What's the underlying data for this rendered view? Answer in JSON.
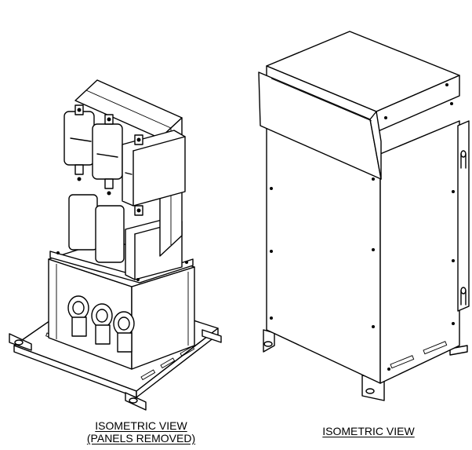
{
  "captions": {
    "left_line1": "ISOMETRIC VIEW",
    "left_line2": "(PANELS REMOVED)",
    "right": "ISOMETRIC VIEW"
  },
  "colors": {
    "line": "#000000",
    "background": "#ffffff"
  }
}
